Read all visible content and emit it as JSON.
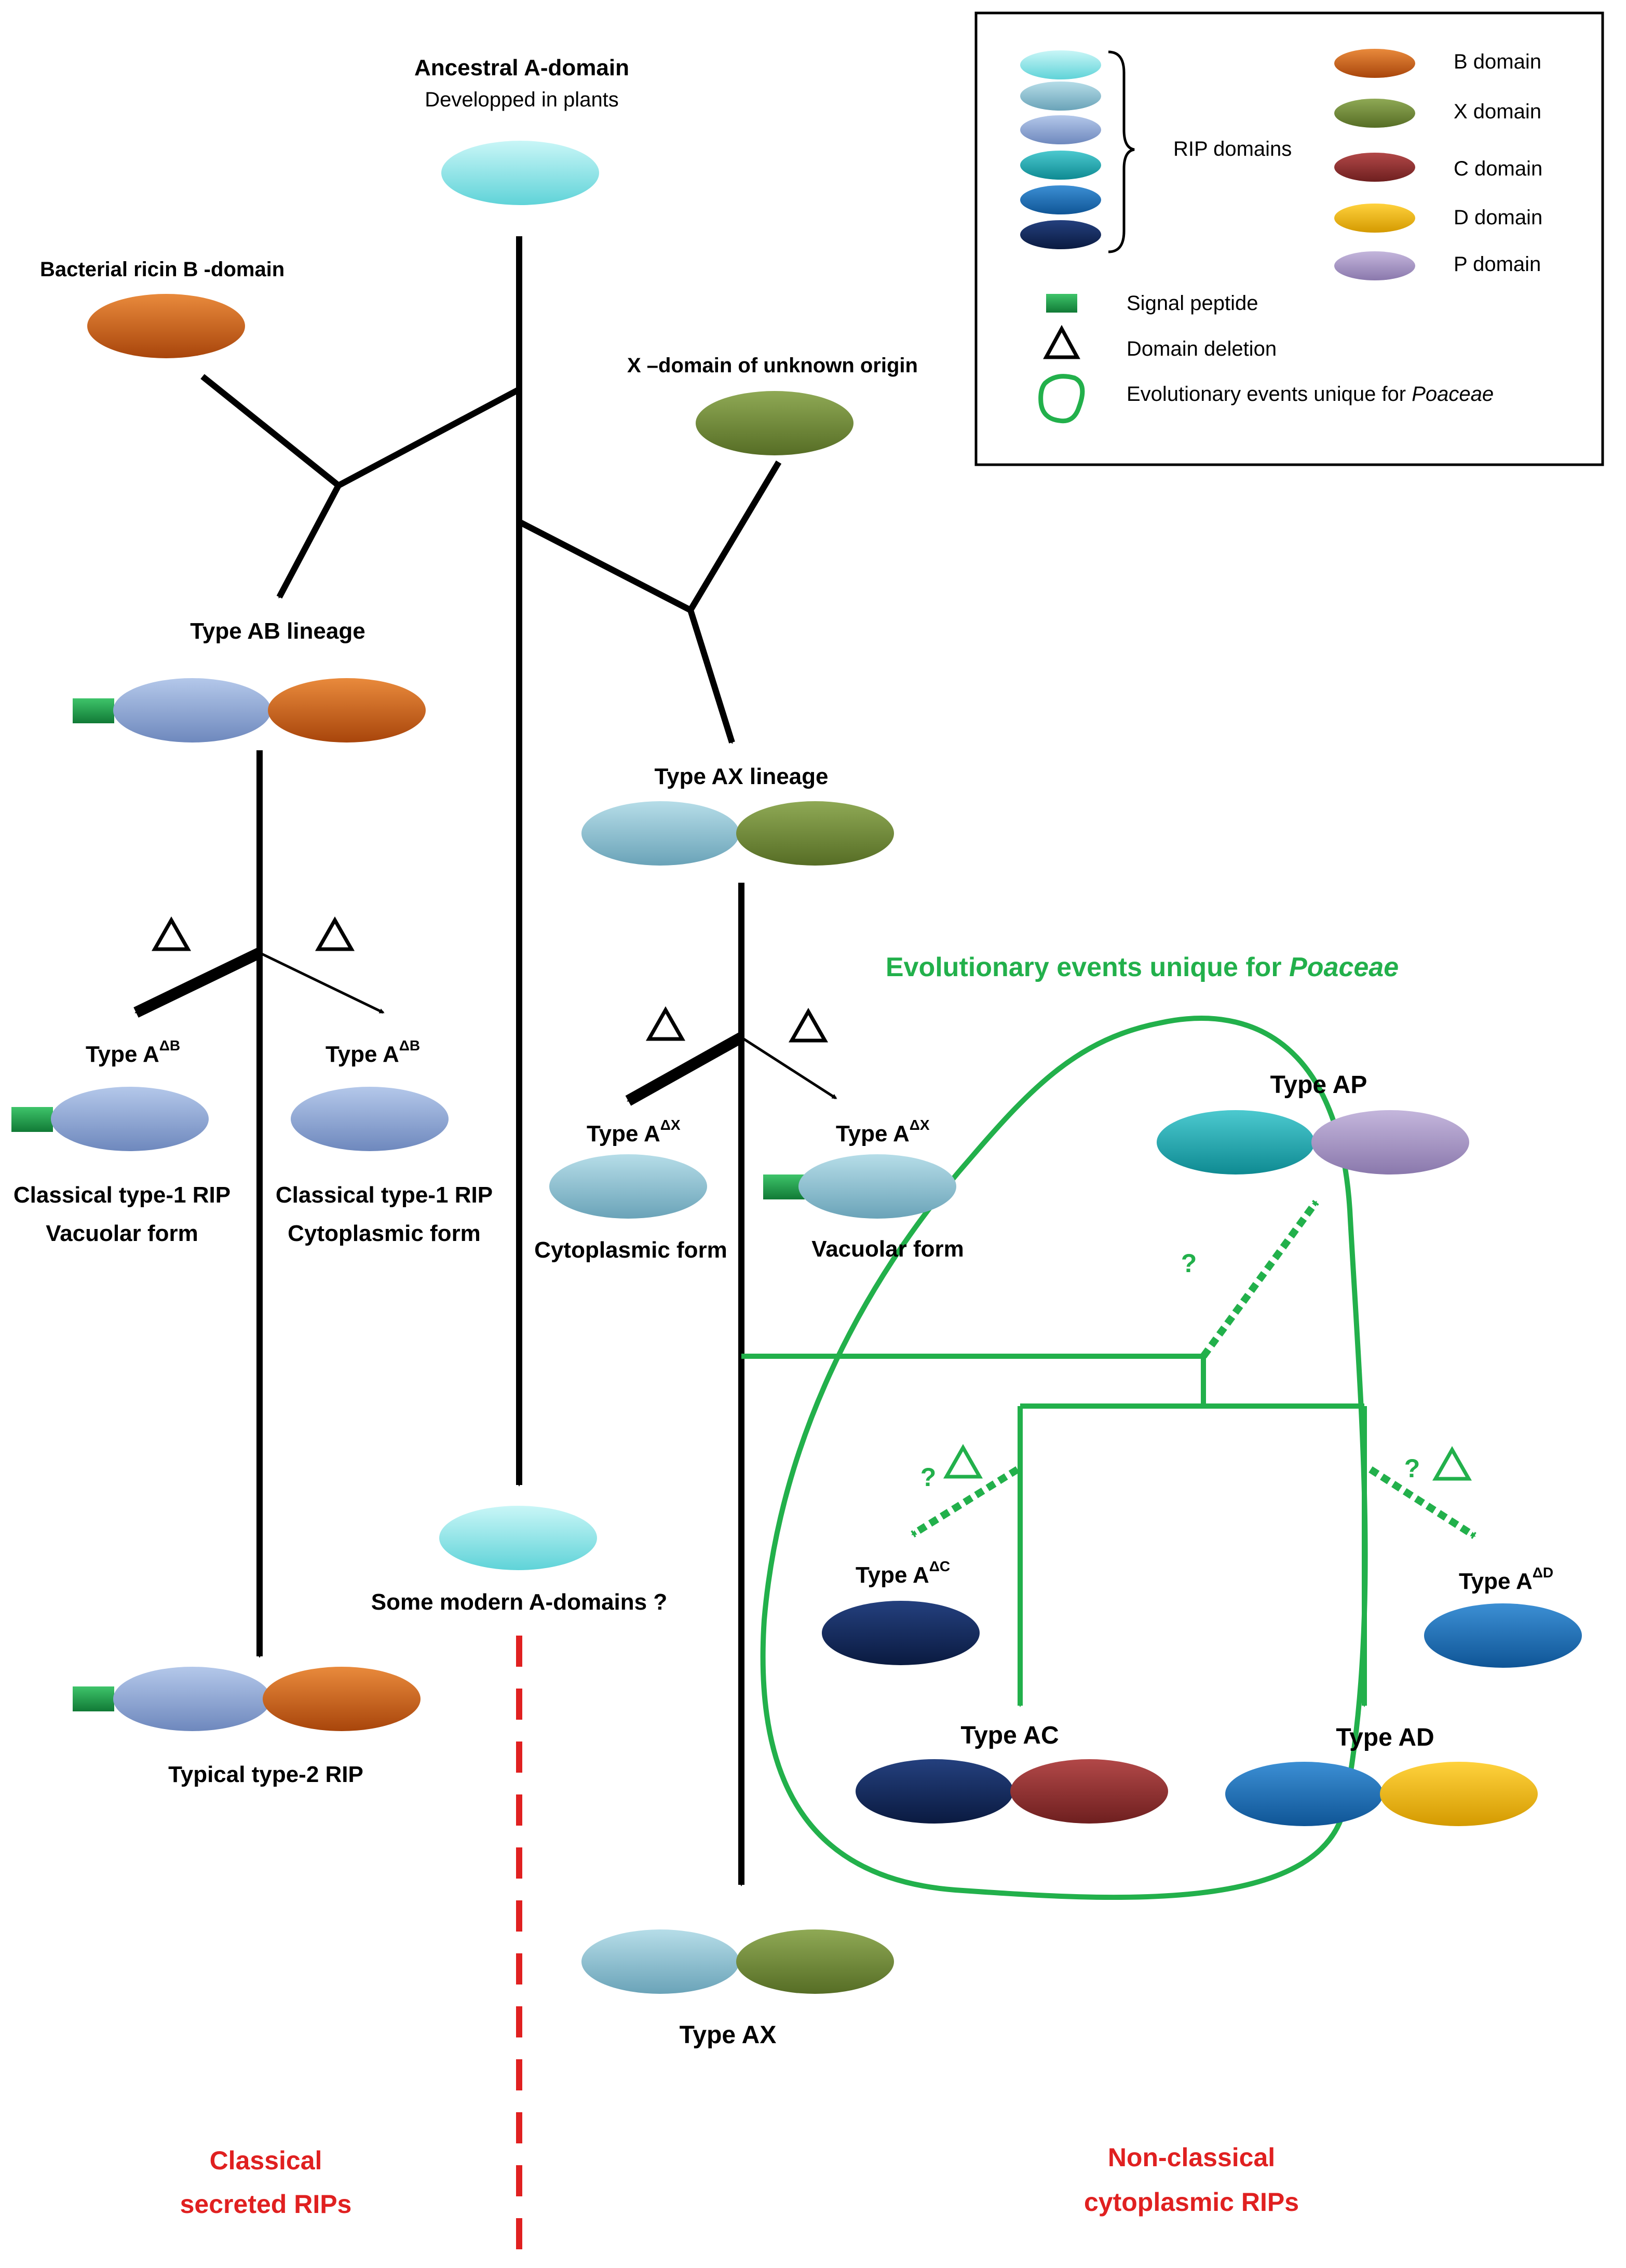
{
  "colors": {
    "ancestral_a": "#7fe3e6",
    "a_blue": "#8ea7d6",
    "a_teal": "#87bfd1",
    "a_cyan": "#1aa8b0",
    "a_mid": "#1a6fb8",
    "a_navy": "#0f2a5e",
    "b_domain": "#cc5a12",
    "x_domain": "#6f8a34",
    "c_domain": "#8c2e2e",
    "d_domain": "#e8b000",
    "p_domain": "#a796c4",
    "signal": "#1e9a4a",
    "green": "#22b04b",
    "red": "#e02020",
    "black": "#000000"
  },
  "legend": {
    "rip_domains": "RIP domains",
    "b_domain": "B domain",
    "x_domain": "X domain",
    "c_domain": "C domain",
    "d_domain": "D domain",
    "p_domain": "P domain",
    "signal_peptide": "Signal peptide",
    "domain_deletion": "Domain deletion",
    "poaceae_prefix": "Evolutionary events unique for ",
    "poaceae_italic": "Poaceae"
  },
  "labels": {
    "ancestral_title": "Ancestral A-domain",
    "ancestral_sub": "Developped in plants",
    "bacterial_b": "Bacterial ricin B -domain",
    "x_unknown": "X –domain of unknown origin",
    "type_ab_lineage": "Type AB lineage",
    "type_ax_lineage": "Type AX lineage",
    "type_a": "Type A",
    "sup_db": "ΔB",
    "sup_dx": "ΔX",
    "sup_dc": "ΔC",
    "sup_dd": "ΔD",
    "classical1_vac_1": "Classical type-1 RIP",
    "classical1_vac_2": "Vacuolar form",
    "classical1_cyt_1": "Classical type-1 RIP",
    "classical1_cyt_2": "Cytoplasmic form",
    "cytoplasmic_form": "Cytoplasmic form",
    "vacuolar_form": "Vacuolar form",
    "modern_a": "Some modern A-domains ?",
    "typical_type2": "Typical type-2 RIP",
    "type_ax": "Type AX",
    "type_ap": "Type AP",
    "type_ac": "Type AC",
    "type_ad": "Type AD",
    "poaceae_prefix": "Evolutionary events unique for ",
    "poaceae_italic": "Poaceae",
    "question": "?",
    "classical_secreted_1": "Classical",
    "classical_secreted_2": "secreted RIPs",
    "nonclassical_1": "Non-classical",
    "nonclassical_2": "cytoplasmic RIPs"
  }
}
